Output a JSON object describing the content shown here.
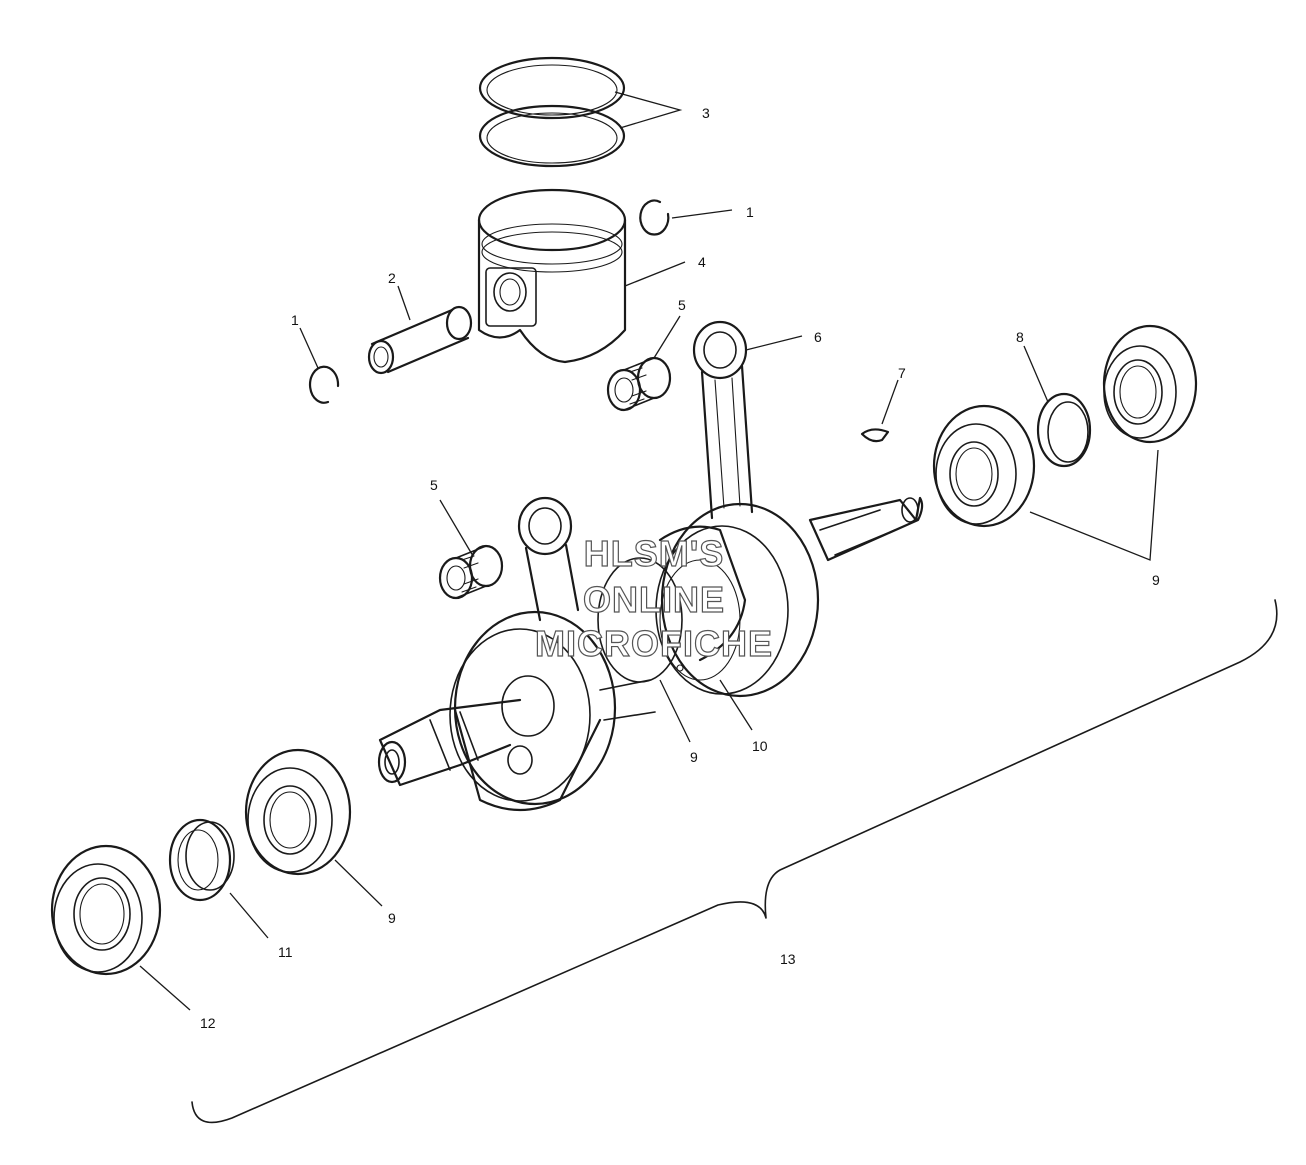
{
  "callouts": {
    "c1a": "1",
    "c1b": "1",
    "c2": "2",
    "c3": "3",
    "c4": "4",
    "c5a": "5",
    "c5b": "5",
    "c6": "6",
    "c7": "7",
    "c8": "8",
    "c9a": "9",
    "c9b": "9",
    "c9c": "9",
    "c10": "10",
    "c11": "11",
    "c12": "12",
    "c13": "13"
  },
  "watermark": {
    "line1": "HLSM'S",
    "line2": "ONLINE",
    "line3": "MICROFICHE"
  },
  "colors": {
    "line": "#1a1a1a",
    "background": "#ffffff",
    "watermark_outline": "#555555"
  }
}
